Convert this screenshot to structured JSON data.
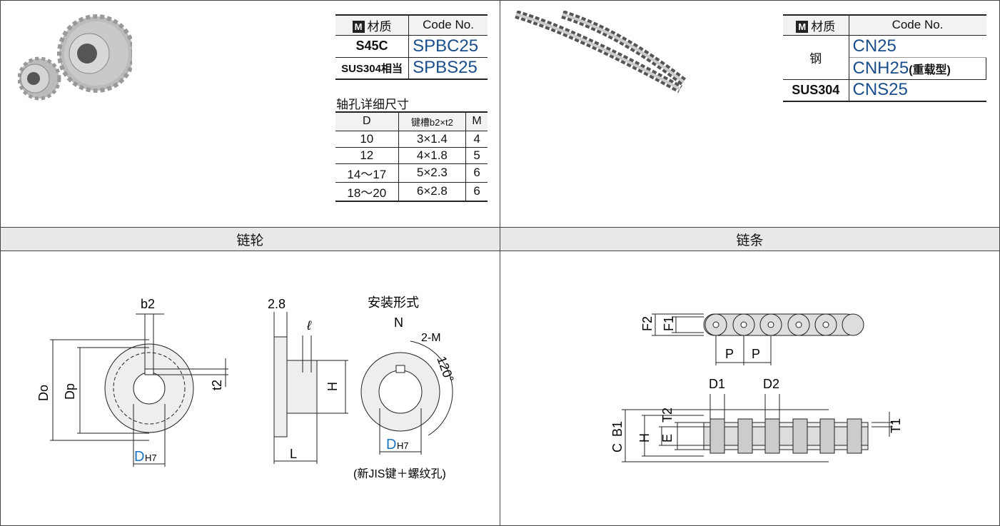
{
  "sprocket": {
    "header": "链轮",
    "material_table": {
      "h_icon": "M",
      "h_material": "材质",
      "h_code": "Code No.",
      "rows": [
        {
          "material": "S45C",
          "code": "SPBC25"
        },
        {
          "material": "SUS304相当",
          "code": "SPBS25"
        }
      ]
    },
    "bore_title": "轴孔详细尺寸",
    "bore_table": {
      "headers": [
        "D",
        "键槽b2×t2",
        "M"
      ],
      "rows": [
        [
          "10",
          "3×1.4",
          "4"
        ],
        [
          "12",
          "4×1.8",
          "5"
        ],
        [
          "14～17",
          "5×2.3",
          "6"
        ],
        [
          "18～20",
          "6×2.8",
          "6"
        ]
      ]
    },
    "diagram": {
      "b2": "b2",
      "Do": "Do",
      "Dp": "Dp",
      "t2": "t2",
      "D": "D",
      "H7": "H7",
      "w28": "2.8",
      "l": "ℓ",
      "H": "H",
      "L": "L",
      "mount": "安装形式",
      "N": "N",
      "M2": "2-M",
      "angle": "120°",
      "note": "(新JIS键＋螺纹孔)"
    }
  },
  "chain": {
    "header": "链条",
    "material_table": {
      "h_icon": "M",
      "h_material": "材质",
      "h_code": "Code No.",
      "rows": [
        {
          "material": "钢",
          "code": "CN25"
        },
        {
          "code": "CNH25",
          "suffix": "(重载型)"
        },
        {
          "material": "SUS304",
          "code": "CNS25"
        }
      ]
    },
    "diagram": {
      "F2": "F2",
      "F1": "F1",
      "P1": "P",
      "P2": "P",
      "D1": "D1",
      "D2": "D2",
      "C": "C",
      "B1": "B1",
      "H": "H",
      "E": "E",
      "T2": "T2",
      "T1": "T1"
    }
  },
  "colors": {
    "code": "#1a4e8a",
    "header_bg": "#e8e8e8",
    "accent_d": "#1a73c0"
  }
}
